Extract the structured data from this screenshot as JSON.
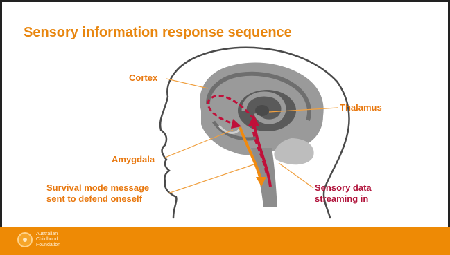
{
  "slide": {
    "title": "Sensory information response sequence"
  },
  "labels": {
    "cortex": "Cortex",
    "thalamus": "Thalamus",
    "amygdala": "Amygdala",
    "survival_line1": "Survival mode message",
    "survival_line2": "sent to defend oneself",
    "sensory_line1": "Sensory data",
    "sensory_line2": "streaming in"
  },
  "footer": {
    "logo_line1": "Australian",
    "logo_line2": "Childhood",
    "logo_line3": "Foundation"
  },
  "colors": {
    "title": "#e8860f",
    "footer": "#ee8a05",
    "label_orange": "#e8780f",
    "label_red": "#b0123a",
    "arrow_red": "#c0103a",
    "arrow_orange": "#f08a10"
  },
  "icons": [
    "brain-icon",
    "head-outline-icon",
    "foundation-logo-icon"
  ]
}
